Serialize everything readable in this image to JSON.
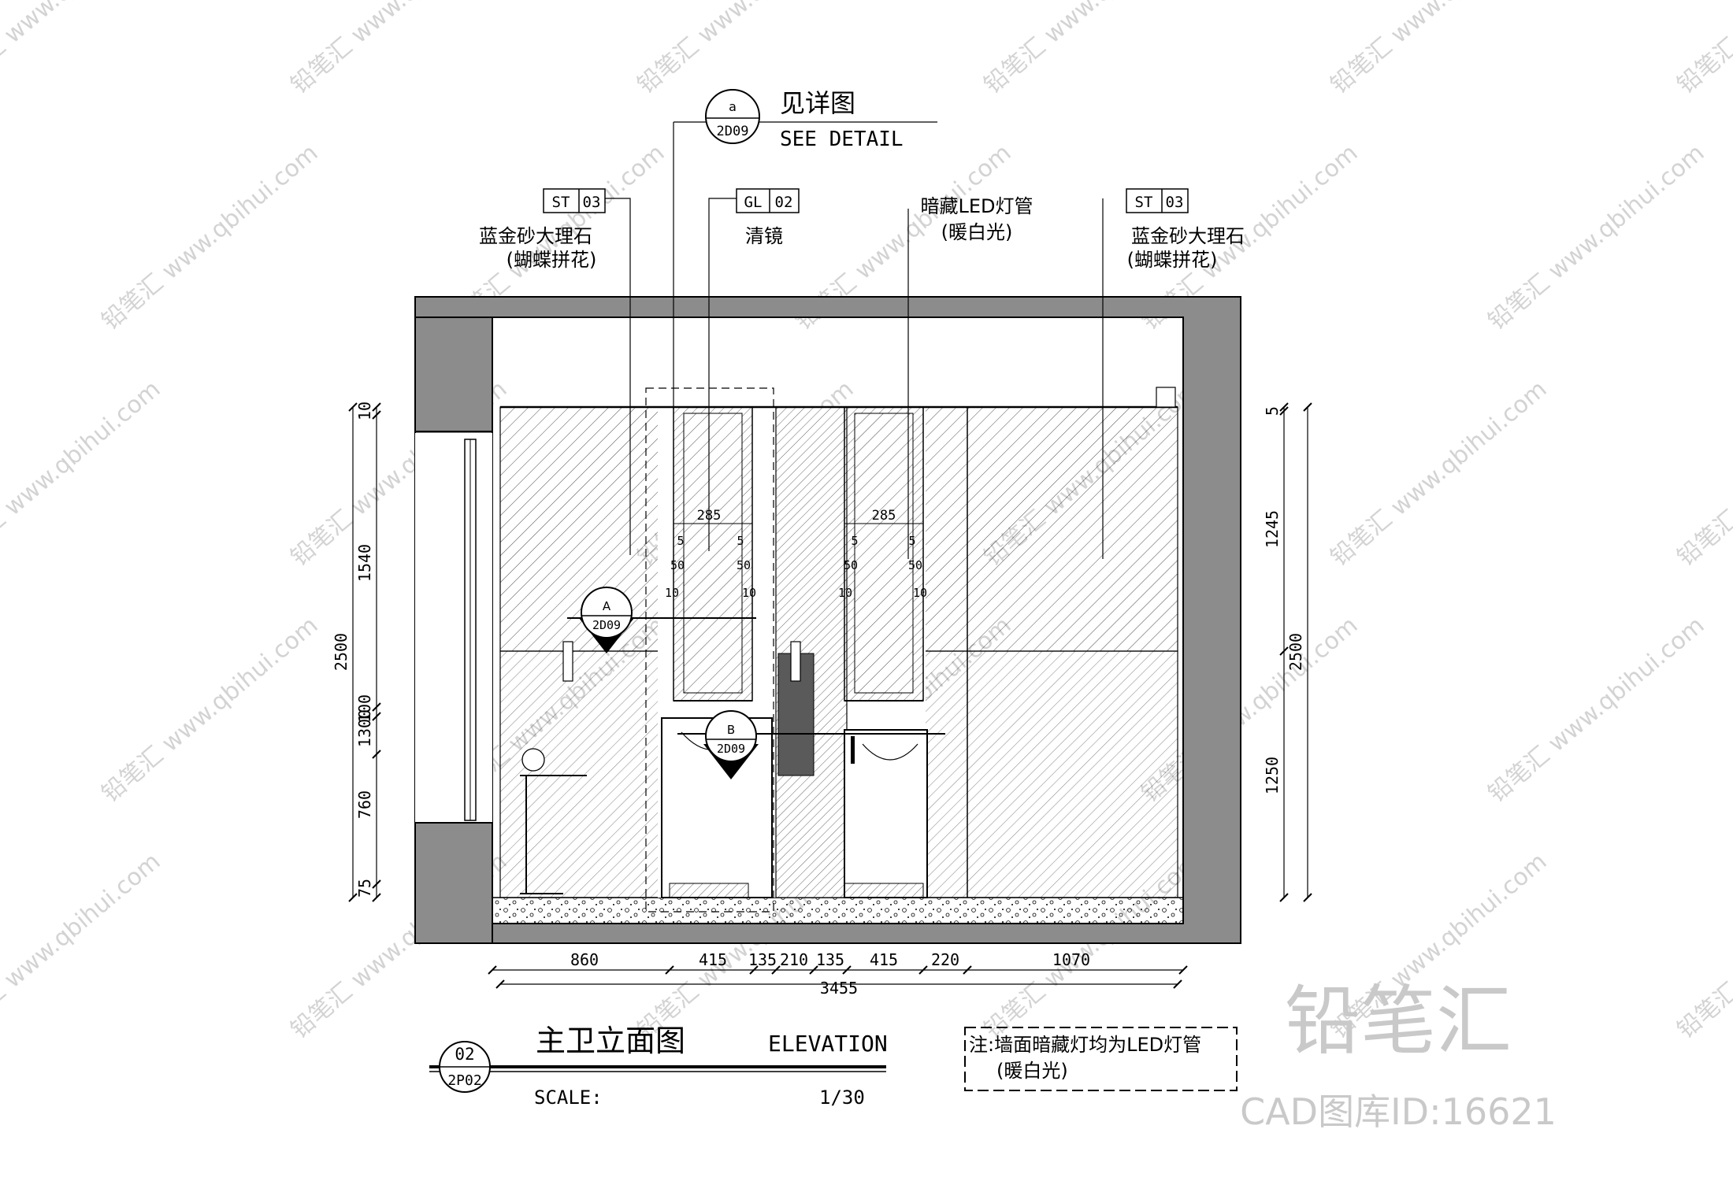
{
  "drawing_title": "主卫立面图",
  "drawing_title_en": "ELEVATION",
  "drawing_number": "02",
  "drawing_sheet": "2P02",
  "scale_label": "SCALE:",
  "scale_value": "1/30",
  "see_detail": {
    "bubble_top": "a",
    "bubble_bottom": "2D09",
    "title_cn": "见详图",
    "title_en": "SEE DETAIL"
  },
  "material_tags": [
    {
      "code": "ST",
      "num": "03",
      "line1": "蓝金砂大理石",
      "line2": "(蝴蝶拼花)"
    },
    {
      "code": "GL",
      "num": "02",
      "line1": "清镜",
      "line2": ""
    },
    {
      "code": "",
      "num": "",
      "line1": "暗藏LED灯管",
      "line2": "(暖白光)"
    },
    {
      "code": "ST",
      "num": "03",
      "line1": "蓝金砂大理石",
      "line2": "(蝴蝶拼花)"
    }
  ],
  "section_markers": [
    {
      "letter": "A",
      "sheet": "2D09"
    },
    {
      "letter": "B",
      "sheet": "2D09"
    }
  ],
  "dims_bottom": [
    "860",
    "415",
    "135",
    "210",
    "135",
    "415",
    "220",
    "1070"
  ],
  "dim_total": "3455",
  "dims_left": [
    "10",
    "1540",
    "2500",
    "100",
    "1300",
    "760",
    "75"
  ],
  "dims_right": [
    "5",
    "1245",
    "2500",
    "1250"
  ],
  "dims_inner": [
    "285",
    "5",
    "5",
    "50",
    "50",
    "10",
    "10",
    "285",
    "5",
    "5",
    "50",
    "50",
    "10",
    "10"
  ],
  "note_line1": "注:墙面暗藏灯均为LED灯管",
  "note_line2": "(暖白光)",
  "watermark_brand": "铅笔汇",
  "watermark_id": "CAD图库ID:16621",
  "watermark_url": "www.qbihui.com",
  "colors": {
    "line": "#000000",
    "wall_fill": "#8c8c8c",
    "dark_panel": "#5a5a5a",
    "watermark": "#c9c9c9"
  }
}
